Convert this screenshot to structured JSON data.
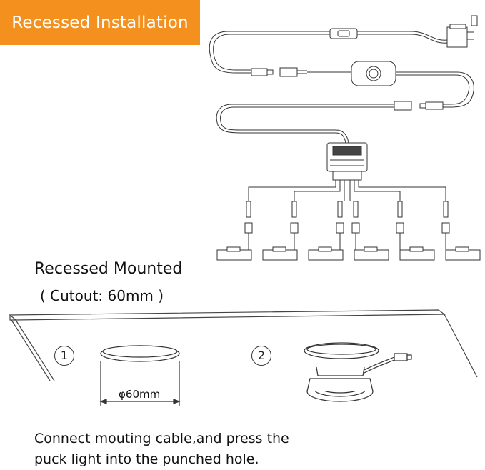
{
  "banner": {
    "title": "Recessed Installation",
    "color": "#f3901e"
  },
  "mounting": {
    "heading": "Recessed Mounted",
    "cutout": "( Cutout: 60mm )"
  },
  "steps": {
    "step1_number": "1",
    "step2_number": "2",
    "dimension_label": "φ60mm"
  },
  "caption": {
    "line1": "Connect mouting cable,and press the",
    "line2": "puck light into the punched hole."
  }
}
